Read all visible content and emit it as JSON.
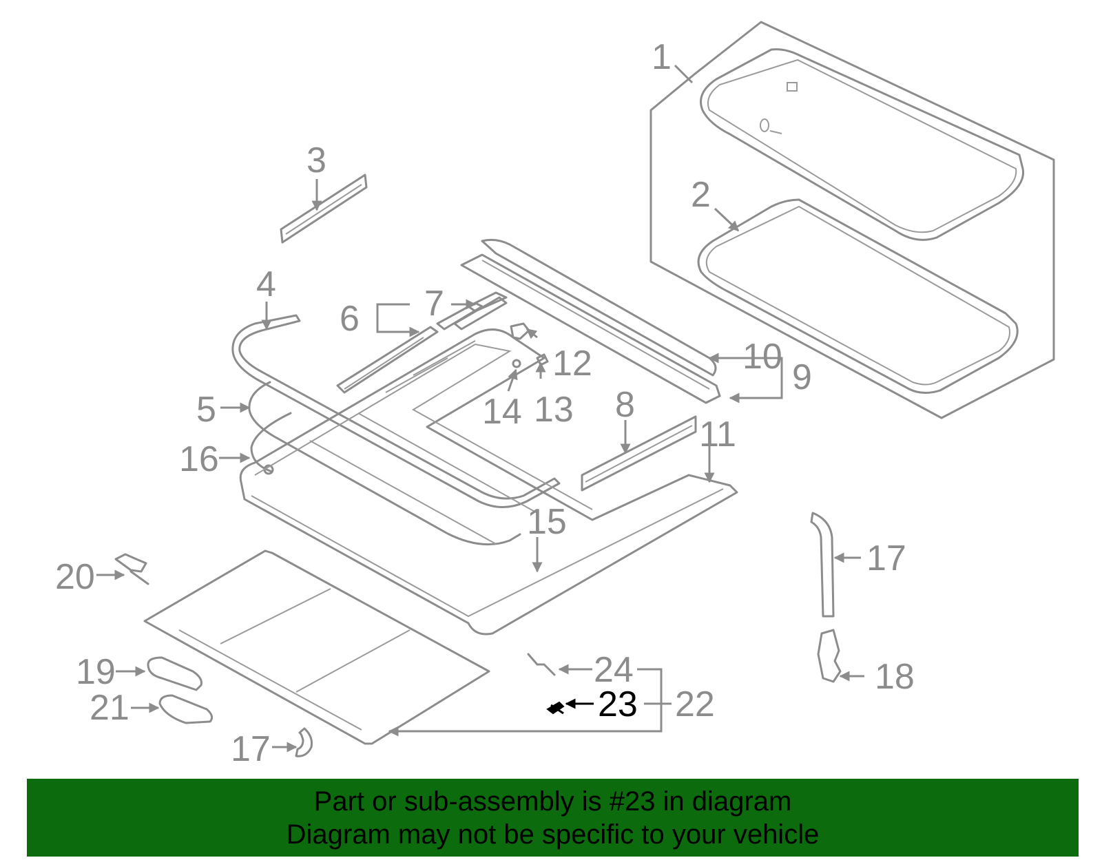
{
  "labels": {
    "p1": "1",
    "p2": "2",
    "p3": "3",
    "p4": "4",
    "p5": "5",
    "p6": "6",
    "p7": "7",
    "p8": "8",
    "p9": "9",
    "p10": "10",
    "p11": "11",
    "p12": "12",
    "p13": "13",
    "p14": "14",
    "p15": "15",
    "p16": "16",
    "p17a": "17",
    "p17b": "17",
    "p18": "18",
    "p19": "19",
    "p20": "20",
    "p21": "21",
    "p22": "22",
    "p23": "23",
    "p24": "24"
  },
  "highlight_part": "23",
  "colors": {
    "parts": "#8c8c8c",
    "highlight": "#000000",
    "banner": "#0c6b0c"
  },
  "banner": {
    "line1": "Part or sub-assembly is #23 in diagram",
    "line2": "Diagram may not be specific to your vehicle"
  }
}
